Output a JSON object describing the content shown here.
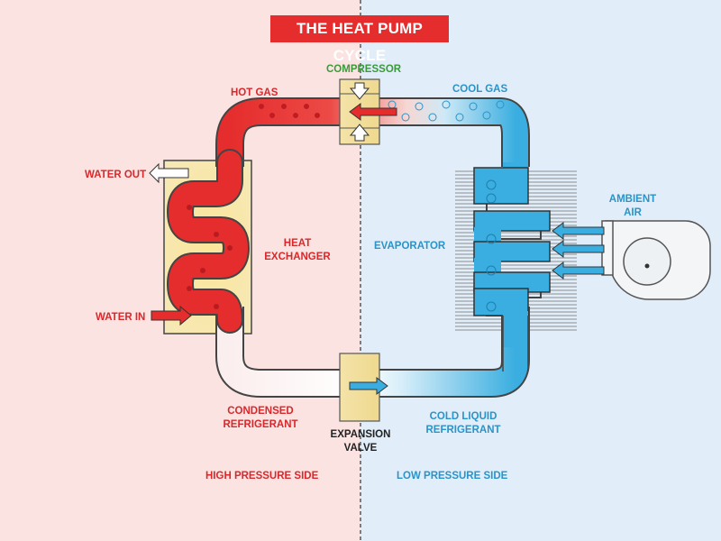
{
  "title": "THE HEAT PUMP CYCLE",
  "labels": {
    "compressor": "COMPRESSOR",
    "hot_gas": "HOT GAS",
    "cool_gas": "COOL GAS",
    "water_out": "WATER OUT",
    "water_in": "WATER IN",
    "heat_exchanger_1": "HEAT",
    "heat_exchanger_2": "EXCHANGER",
    "evaporator": "EVAPORATOR",
    "ambient_air_1": "AMBIENT",
    "ambient_air_2": "AIR",
    "condensed_1": "CONDENSED",
    "condensed_2": "REFRIGERANT",
    "expansion_1": "EXPANSION",
    "expansion_2": "VALVE",
    "cold_liquid_1": "COLD LIQUID",
    "cold_liquid_2": "REFRIGERANT",
    "high_pressure": "HIGH PRESSURE SIDE",
    "low_pressure": "LOW PRESSURE SIDE"
  },
  "colors": {
    "high_side_bg": "#fbe3e1",
    "low_side_bg": "#e1eef9",
    "hot_pipe": "#e52d2d",
    "cold_pipe": "#3aaee0",
    "title_bg": "#e52d2d"
  }
}
